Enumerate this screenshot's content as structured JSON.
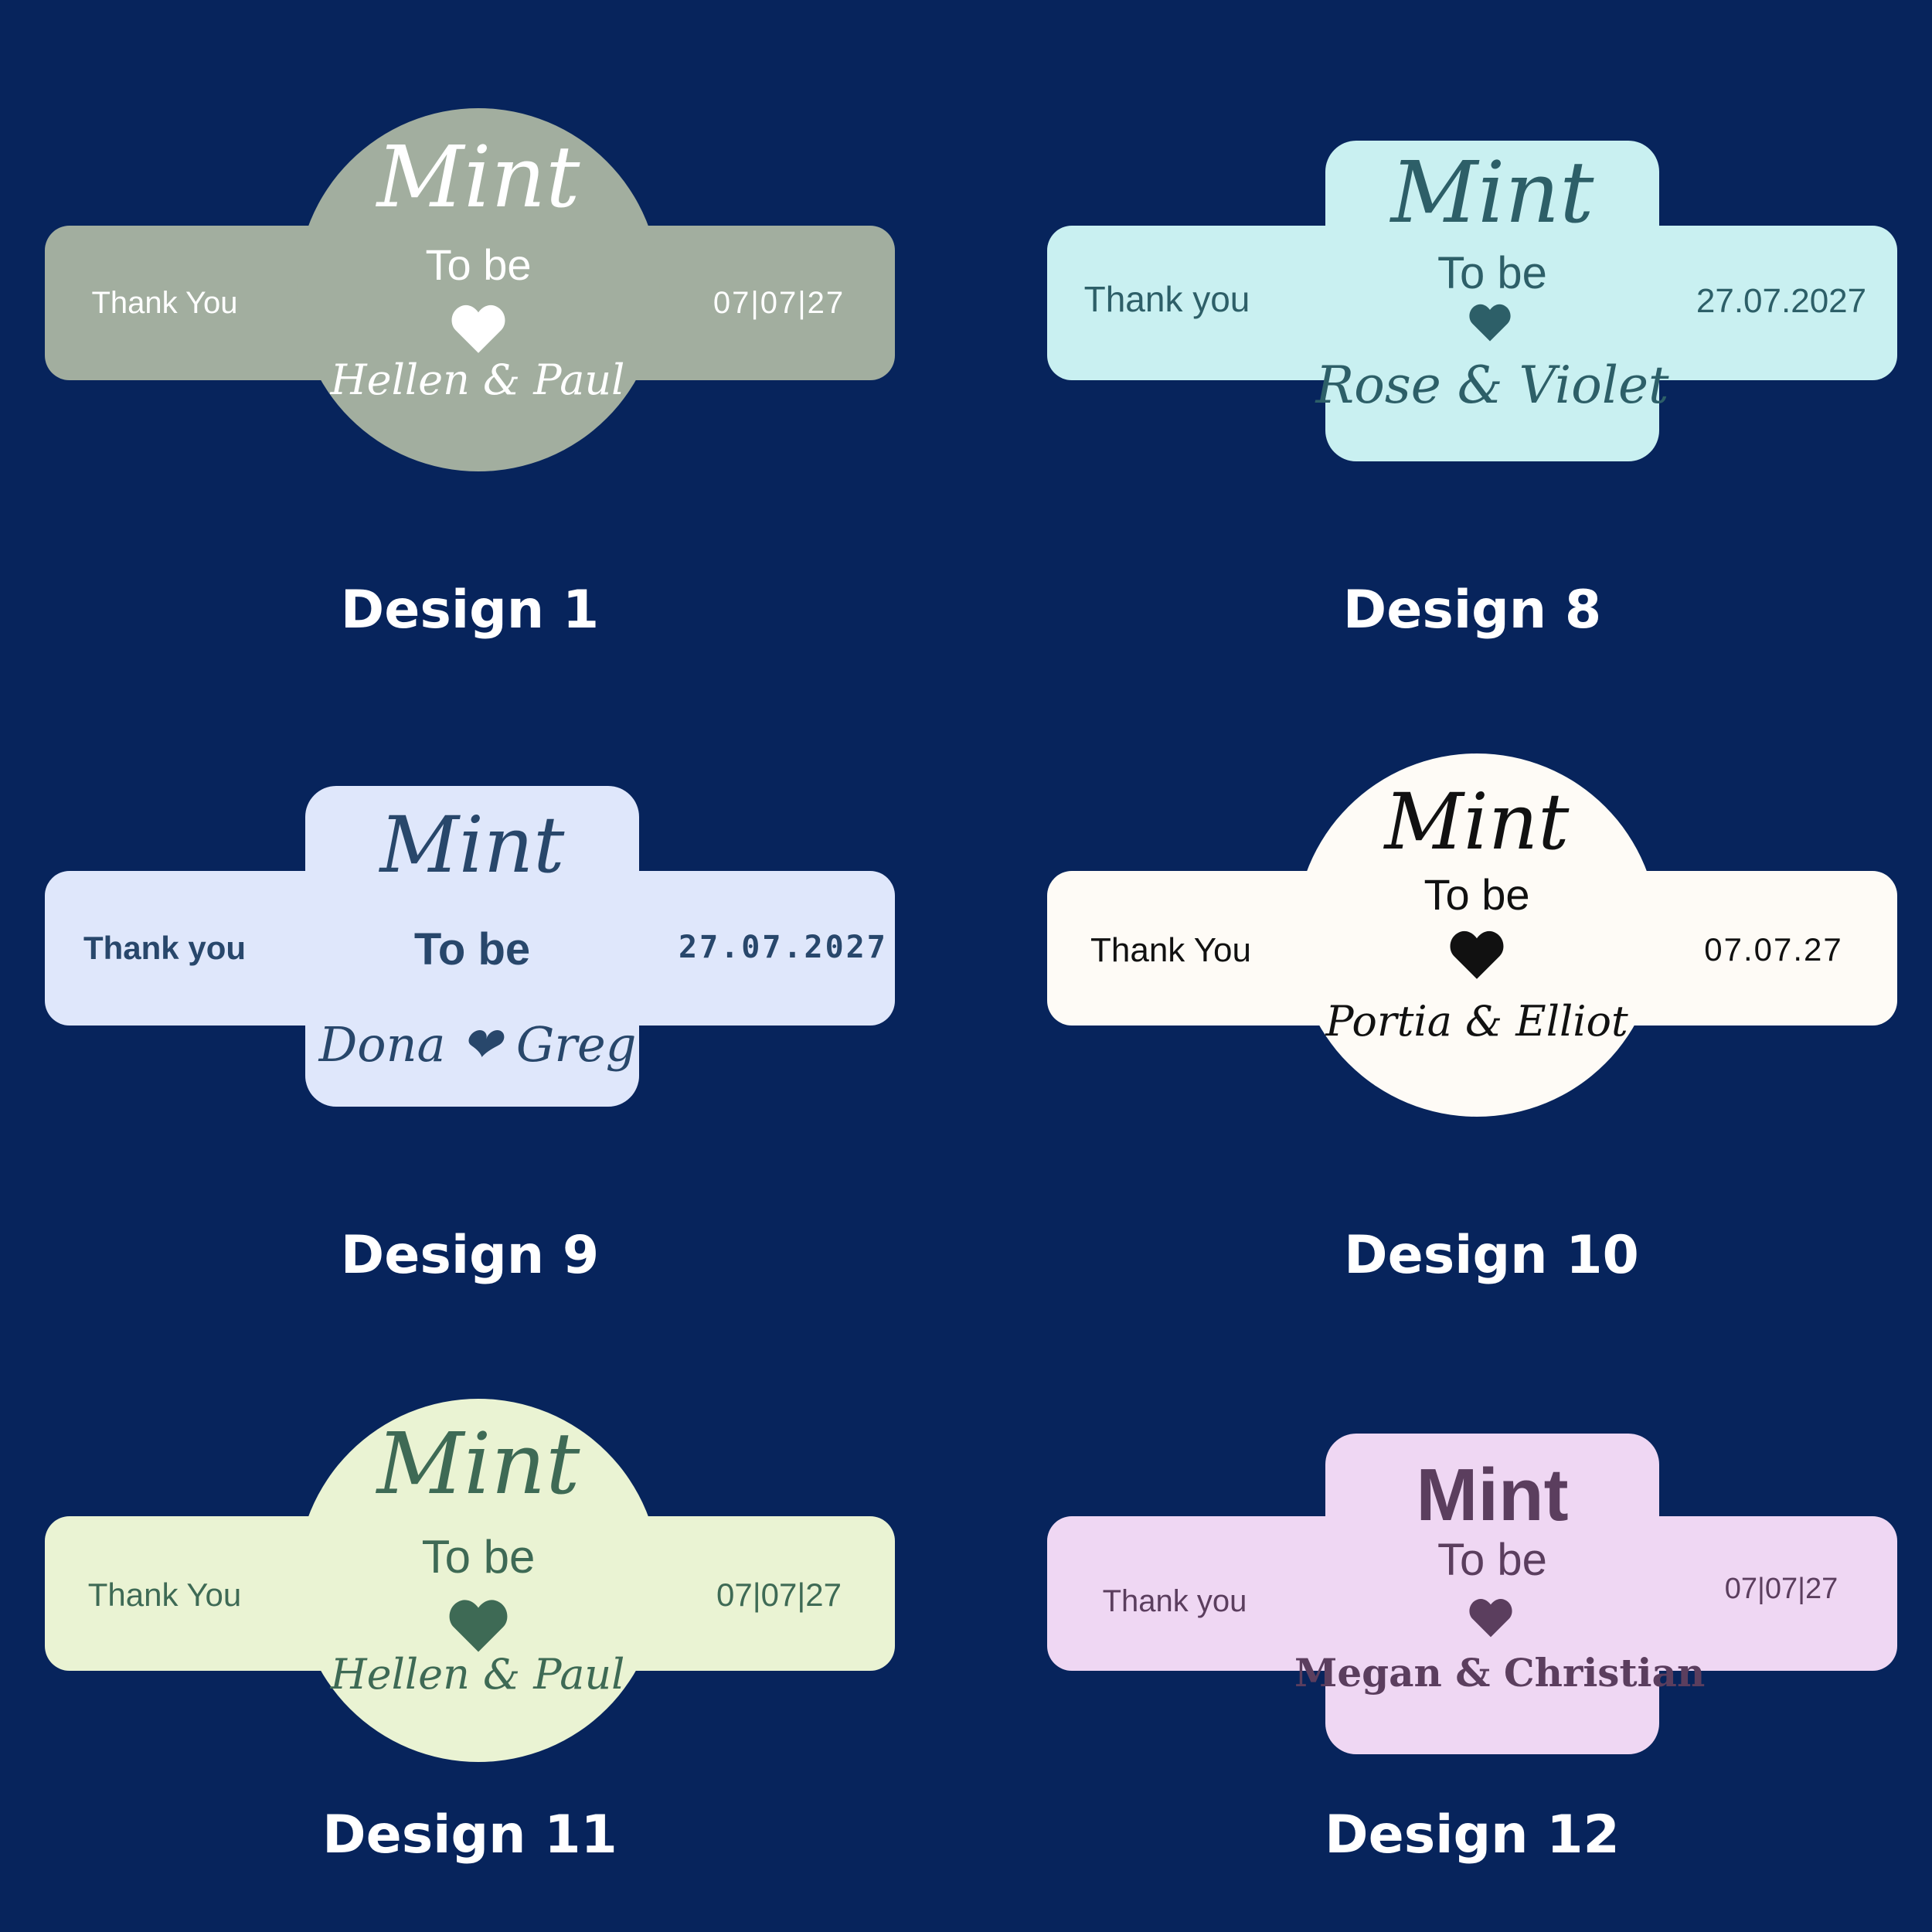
{
  "designs": [
    {
      "caption": "Design 1",
      "thank": "Thank You",
      "mint": "Mint",
      "tobe": "To be",
      "names": "Hellen & Paul",
      "date": "07|07|27",
      "bg": "#a2ae9f",
      "fg": "#ffffff",
      "shape": "circle"
    },
    {
      "caption": "Design 8",
      "thank": "Thank you",
      "mint": "Mint",
      "tobe": "To be",
      "names": "Rose & Violet",
      "date": "27.07.2027",
      "bg": "#c9f0f1",
      "fg": "#2d5f68",
      "shape": "rect"
    },
    {
      "caption": "Design 9",
      "thank": "Thank you",
      "mint": "Mint",
      "tobe": "To be",
      "names": "Dona ❤ Greg",
      "date": "27.07.2027",
      "bg": "#dfe7fb",
      "fg": "#28476b",
      "shape": "rect"
    },
    {
      "caption": "Design 10",
      "thank": "Thank You",
      "mint": "Mint",
      "tobe": "To be",
      "names": "Portia & Elliot",
      "date": "07.07.27",
      "bg": "#fefbf6",
      "fg": "#111111",
      "shape": "circle"
    },
    {
      "caption": "Design 11",
      "thank": "Thank You",
      "mint": "Mint",
      "tobe": "To be",
      "names": "Hellen & Paul",
      "date": "07|07|27",
      "bg": "#eaf3d3",
      "fg": "#3e6a55",
      "shape": "circle"
    },
    {
      "caption": "Design 12",
      "thank": "Thank you",
      "mint": "Mint",
      "tobe": "To be",
      "names": "Megan & Christian",
      "date": "07|07|27",
      "bg": "#efd7f3",
      "fg": "#5b3e5e",
      "shape": "rect"
    }
  ]
}
